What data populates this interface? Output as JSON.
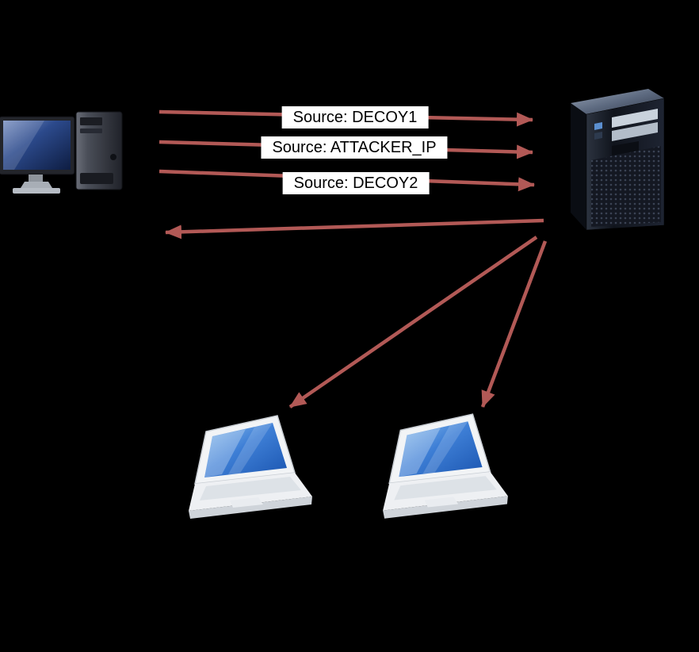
{
  "canvas": {
    "background": "#000000",
    "arrow_color": "#b25956",
    "label_bg": "#ffffff",
    "label_text_color": "#000000"
  },
  "packets": [
    {
      "label": "Source: DECOY1"
    },
    {
      "label": "Source: ATTACKER_IP"
    },
    {
      "label": "Source: DECOY2"
    }
  ],
  "icons": {
    "attacker": "desktop-computer-icon",
    "target": "server-tower-icon",
    "decoy_hosts": [
      "laptop-icon",
      "laptop-icon"
    ]
  }
}
